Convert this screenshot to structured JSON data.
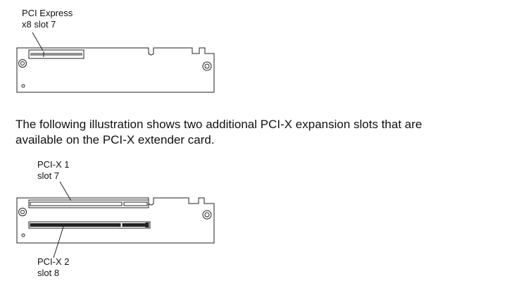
{
  "figure1": {
    "label_line1": "PCI Express",
    "label_line2": "x8 slot 7"
  },
  "paragraph": {
    "line1": "The following illustration shows two additional PCI-X expansion slots that are",
    "line2": "available on the PCI-X extender card."
  },
  "figure2": {
    "top_label_line1": "PCI-X 1",
    "top_label_line2": "slot 7",
    "bottom_label_line1": "PCI-X 2",
    "bottom_label_line2": "slot 8"
  }
}
